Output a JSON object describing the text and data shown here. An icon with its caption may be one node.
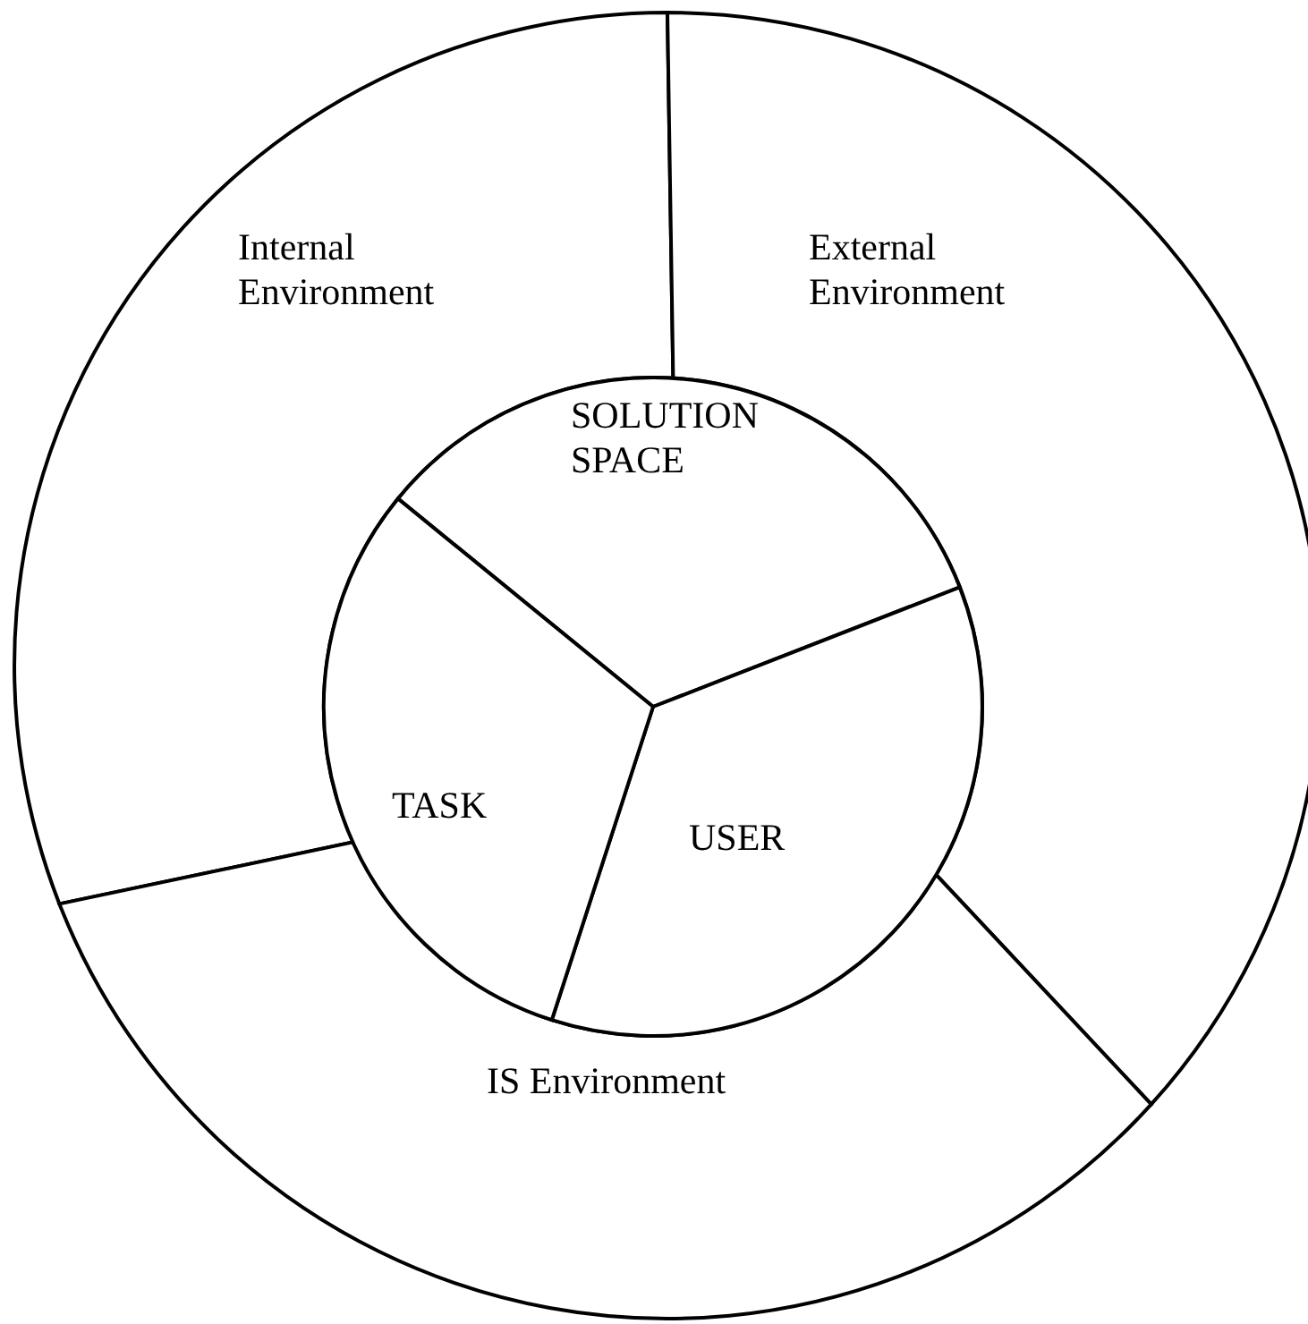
{
  "diagram": {
    "nodes": [
      {
        "text": [
          "Internal Environment"
        ]
      },
      {
        "text": [
          "External Environment"
        ]
      },
      {
        "text": [
          "IS Environment"
        ]
      },
      {
        "text": [
          "SOLUTION SPACE"
        ]
      },
      {
        "text": [
          "USER"
        ]
      },
      {
        "text": [
          "TASK"
        ]
      }
    ],
    "edges": []
  }
}
